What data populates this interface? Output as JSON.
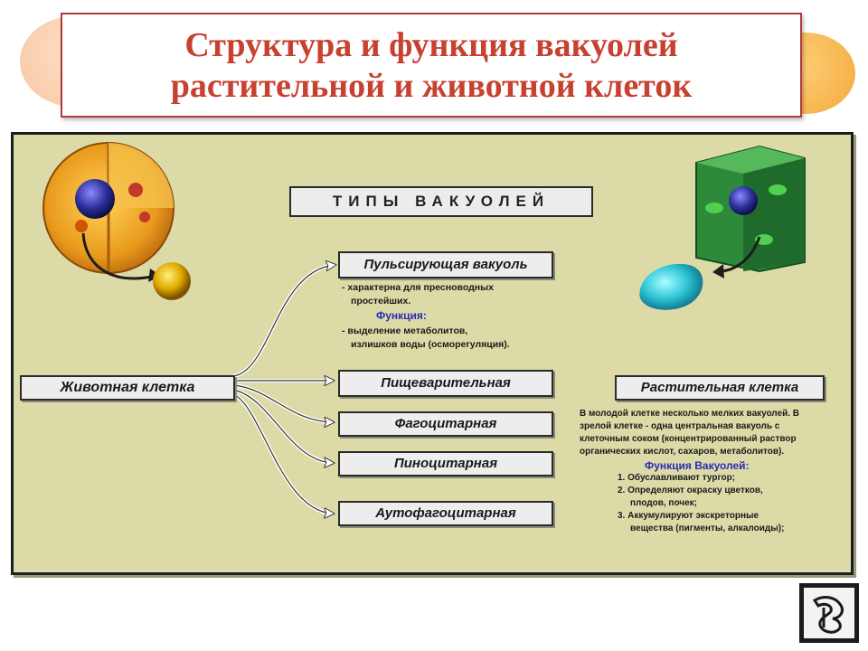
{
  "title": {
    "line1": "Структура и функция вакуолей",
    "line2": "растительной и животной клеток"
  },
  "diagram": {
    "heading": "ТИПЫ ВАКУОЛЕЙ",
    "animal_cell": {
      "label": "Животная клетка"
    },
    "plant_cell": {
      "label": "Растительная клетка"
    },
    "vacuole_types": [
      {
        "label": "Пульсирующая вакуоль"
      },
      {
        "label": "Пищеварительная"
      },
      {
        "label": "Фагоцитарная"
      },
      {
        "label": "Пиноцитарная"
      },
      {
        "label": "Аутофагоцитарная"
      }
    ],
    "pulsating_note": {
      "line1": "- характерна для пресноводных",
      "line2": "простейших.",
      "function_title": "Функция:",
      "line3": "- выделение метаболитов,",
      "line4": "излишков воды (осморегуляция)."
    },
    "plant_note": {
      "line1": "В молодой клетке несколько мелких вакуолей. В",
      "line2": "зрелой клетке - одна центральная вакуоль с",
      "line3": "клеточным соком (концентрированный раствор",
      "line4": "органических кислот, сахаров, метаболитов).",
      "function_title": "Функция Вакуолей:",
      "items": [
        "1. Обуславливают тургор;",
        "2. Определяют окраску цветков,",
        "плодов, почек;",
        "3. Аккумулируют экскреторные",
        "вещества (пигменты, алкалоиды);"
      ]
    }
  },
  "colors": {
    "title": "#c8402f",
    "panel": "#dcdba8",
    "function_text": "#2b2bb5"
  },
  "icons": [
    "animal-cell-image",
    "plant-cell-image",
    "animal-vacuole-ball",
    "plant-vacuole-blob",
    "publisher-logo-icon"
  ]
}
